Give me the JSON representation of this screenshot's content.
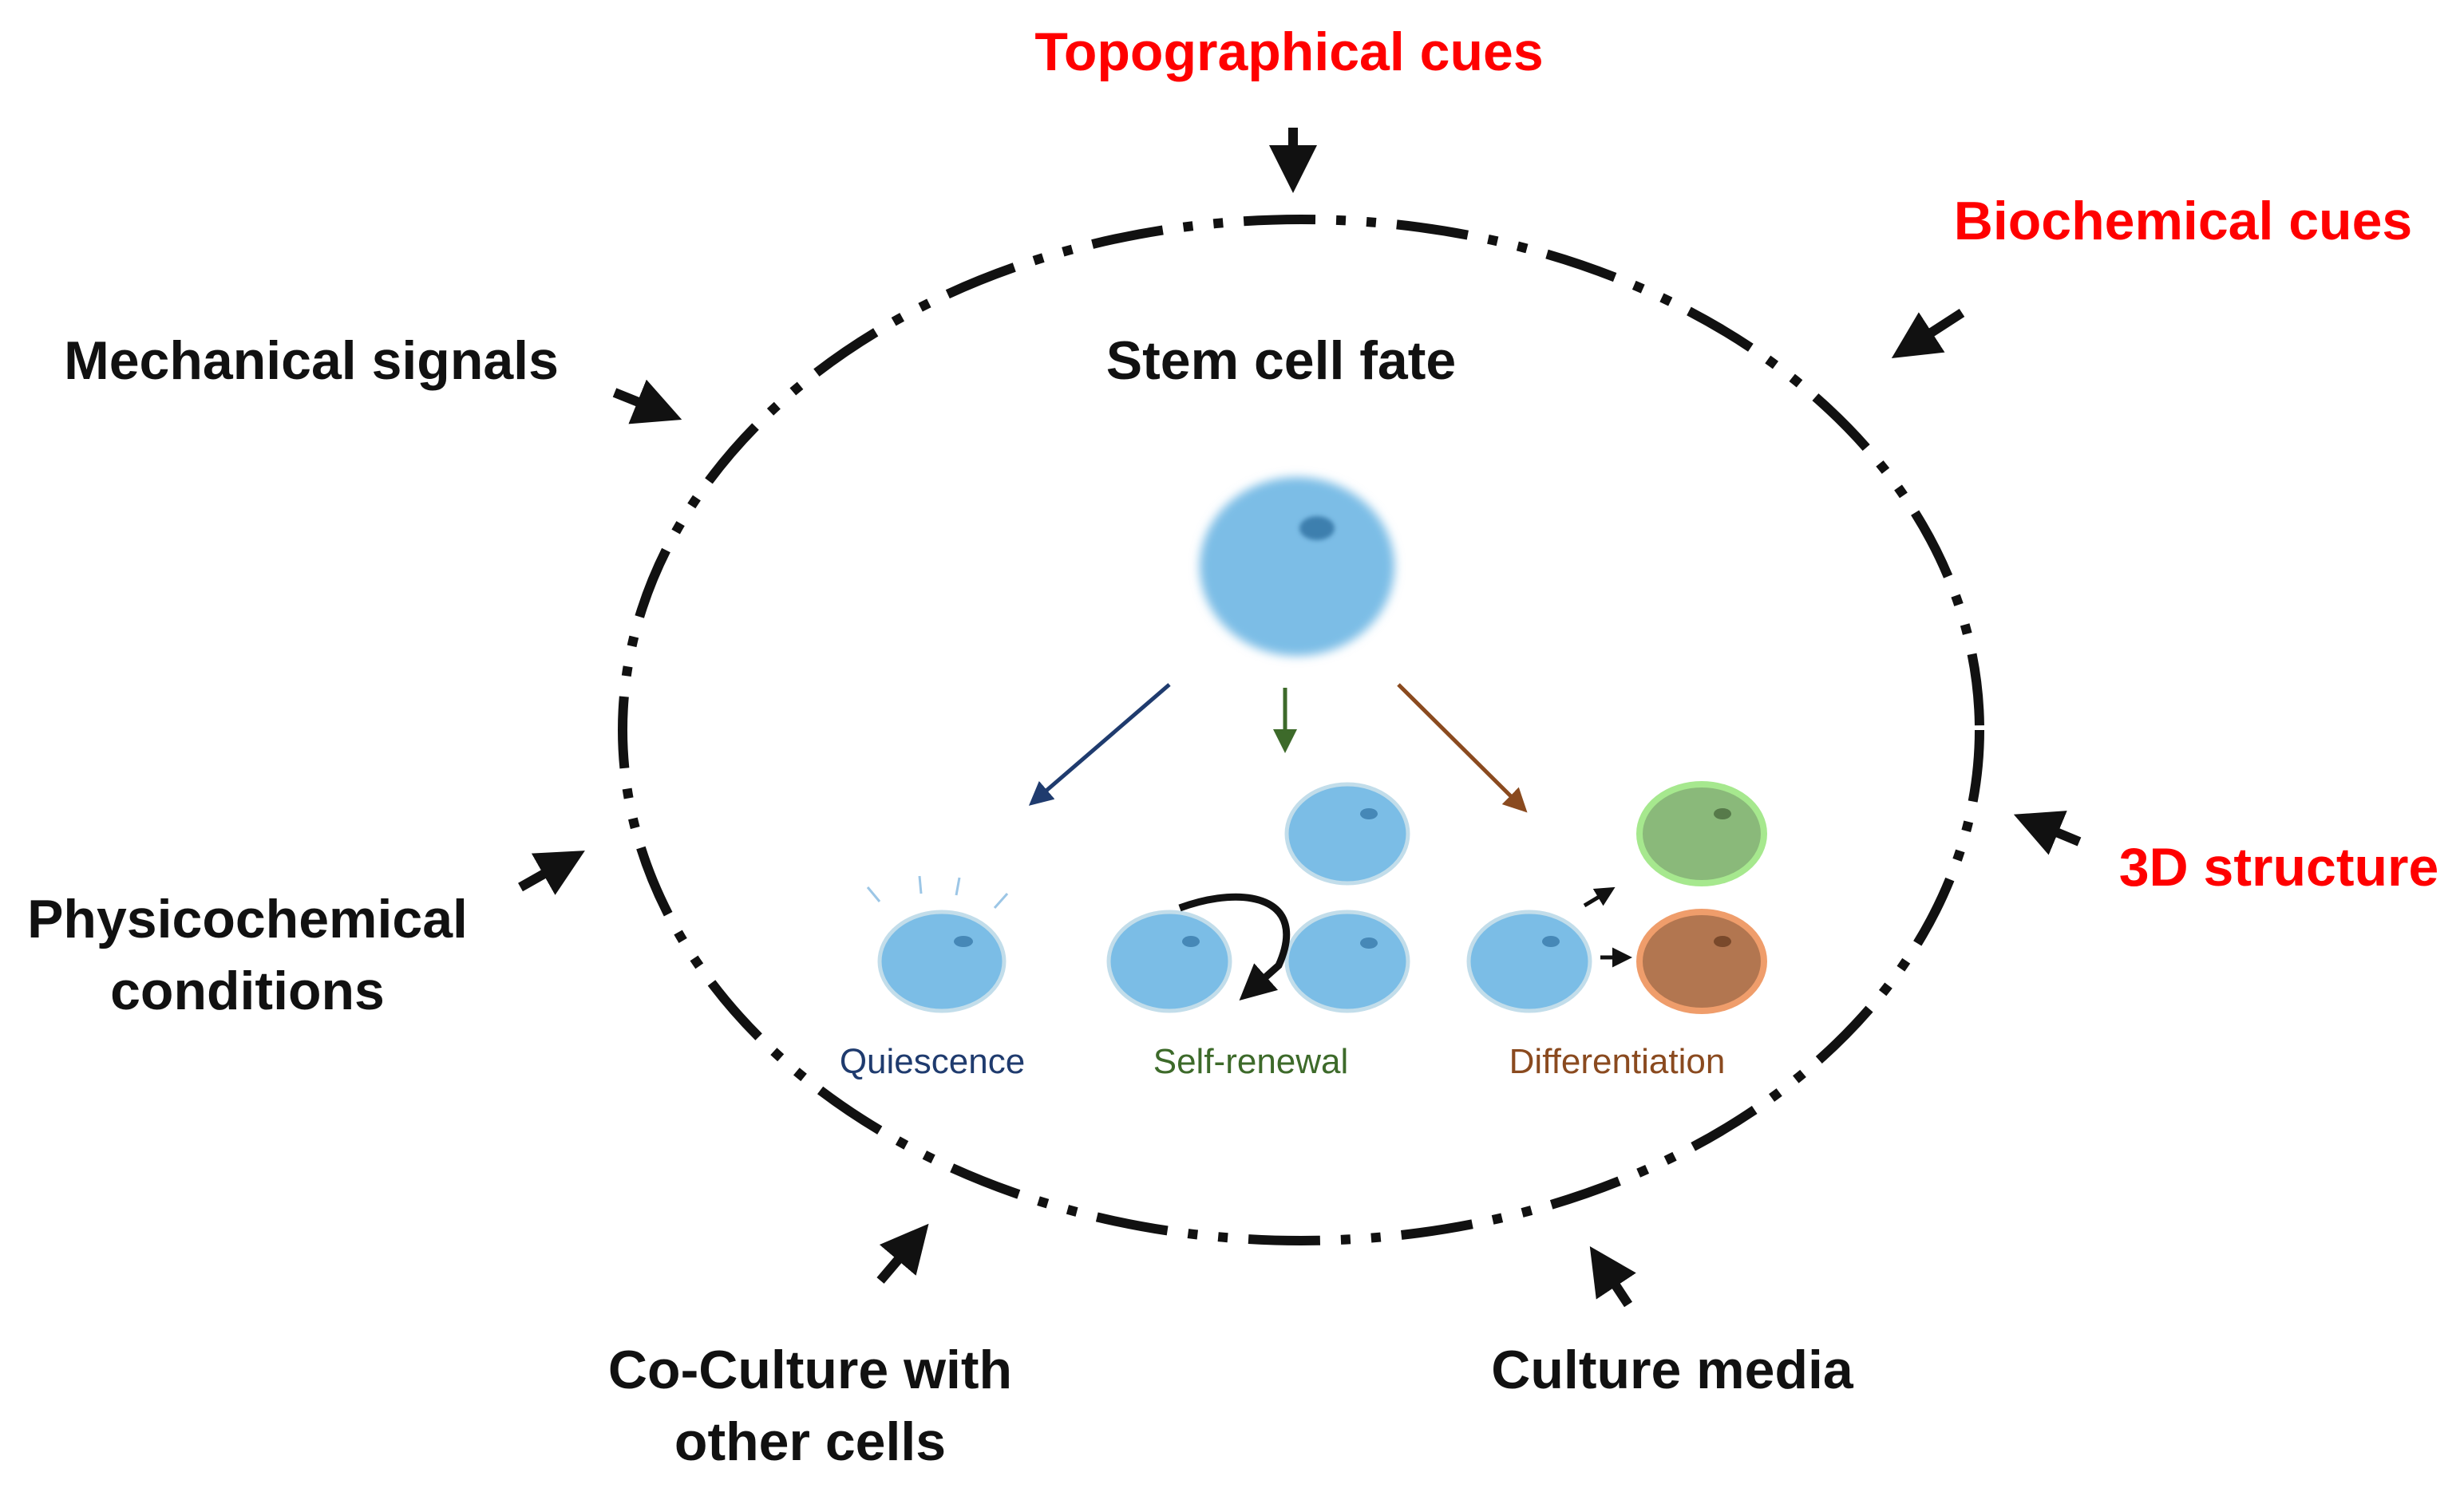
{
  "title": "Stem cell fate",
  "factors": {
    "topographical": "Topographical cues",
    "biochemical": "Biochemical cues",
    "mechanical": "Mechanical signals",
    "structure3d": "3D structure",
    "physicochemical_line1": "Physicochemical",
    "physicochemical_line2": "conditions",
    "coculture_line1": "Co-Culture with",
    "coculture_line2": "other cells",
    "media": "Culture media"
  },
  "fates": {
    "quiescence": "Quiescence",
    "self_renewal": "Self-renewal",
    "differentiation": "Differentiation"
  },
  "colors": {
    "highlight": "#ff0000",
    "text": "#111111",
    "cell": "#7bbde6",
    "cell_nucleus": "#3d7fae",
    "quiescence": "#1f3b6e",
    "self_renewal": "#3d6a2a",
    "differentiation": "#8a4a1f",
    "diff_green": "#8ab97a",
    "diff_brown": "#b27650"
  }
}
